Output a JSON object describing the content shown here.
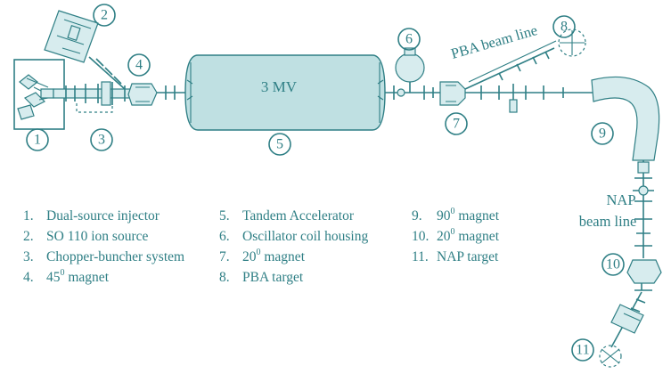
{
  "diagram": {
    "tank_label": "3 MV",
    "pba_line_label": "PBA beam line",
    "nap_line_label_1": "NAP",
    "nap_line_label_2": "beam line",
    "markers": [
      "1",
      "2",
      "3",
      "4",
      "5",
      "6",
      "7",
      "8",
      "9",
      "10",
      "11"
    ],
    "legend": [
      {
        "num": "1.",
        "text": "Dual-source injector"
      },
      {
        "num": "2.",
        "text": "SO 110 ion source"
      },
      {
        "num": "3.",
        "text": "Chopper-buncher system"
      },
      {
        "num": "4.",
        "text": "45",
        "sup": "0",
        "after": " magnet"
      },
      {
        "num": "5.",
        "text": "Tandem Accelerator"
      },
      {
        "num": "6.",
        "text": "Oscillator coil housing"
      },
      {
        "num": "7.",
        "text": "20",
        "sup": "0",
        "after": " magnet"
      },
      {
        "num": "8.",
        "text": "PBA target"
      },
      {
        "num": "9.",
        "text": "90",
        "sup": "0",
        "after": " magnet"
      },
      {
        "num": "10.",
        "text": "20",
        "sup": "0",
        "after": " magnet"
      },
      {
        "num": "11.",
        "text": "NAP target"
      }
    ],
    "colors": {
      "ink": "#2f7f85",
      "tank_fill": "#bfe0e2",
      "part_fill": "#d7ecee"
    }
  }
}
